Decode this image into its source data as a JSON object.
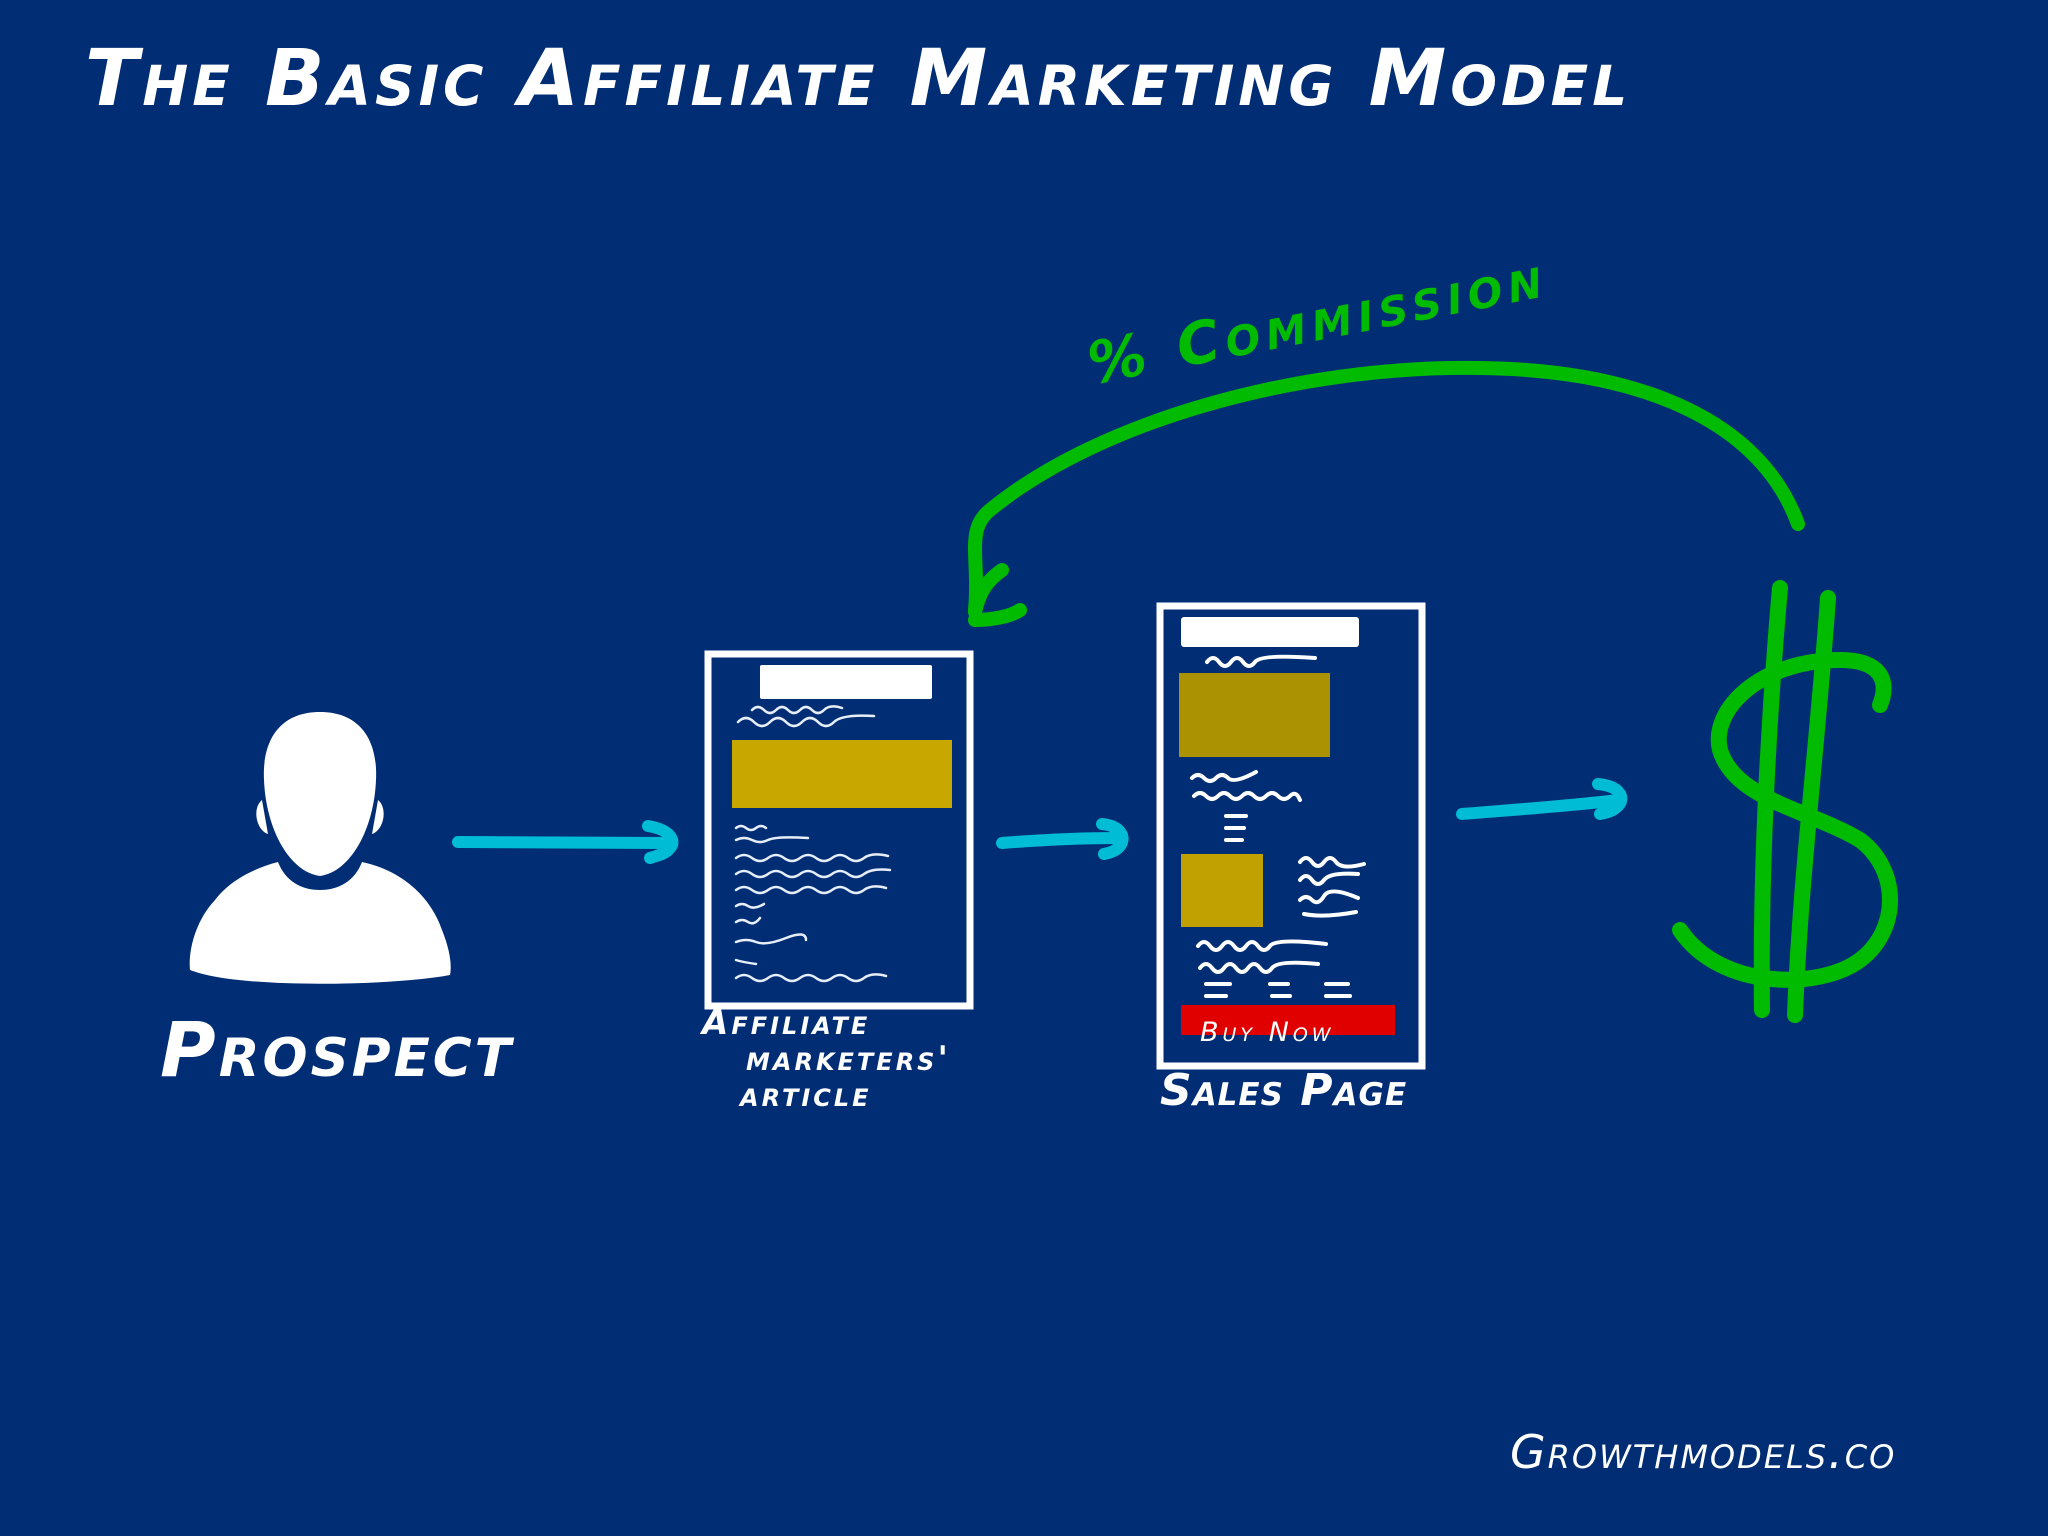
{
  "title": "The Basic Affiliate Marketing Model",
  "nodes": {
    "prospect": "Prospect",
    "article_line1": "Affiliate",
    "article_line2": "marketers'",
    "article_line3": "article",
    "sales_page": "Sales Page",
    "buy_button": "Buy Now",
    "money_icon": "dollar-sign"
  },
  "commission_label": "% Commission",
  "credit": "Growthmodels.co",
  "colors": {
    "background": "#012d75",
    "flow_arrow": "#00bcd4",
    "commission": "#00bb00",
    "image_block": "#c8a800",
    "buy_button": "#e00000"
  }
}
